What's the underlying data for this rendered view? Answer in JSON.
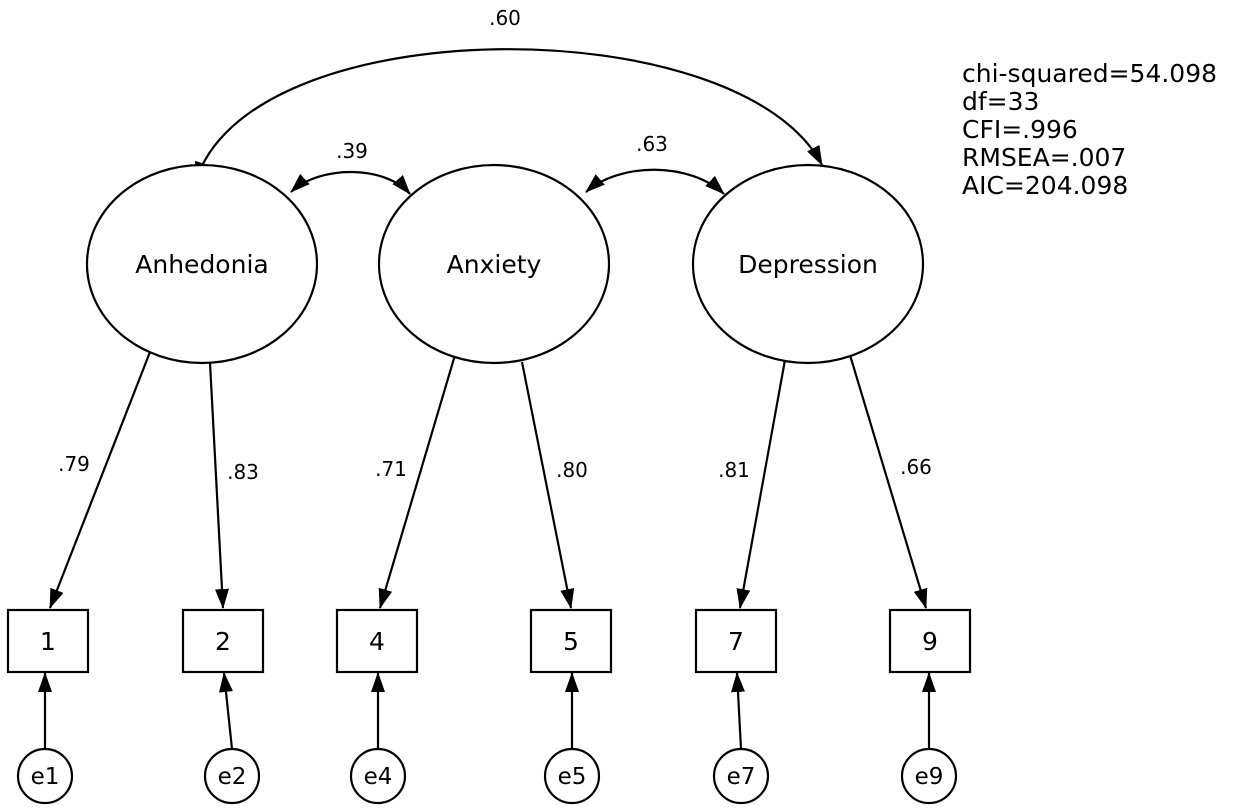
{
  "latents": [
    {
      "id": "anhedonia",
      "label": "Anhedonia"
    },
    {
      "id": "anxiety",
      "label": "Anxiety"
    },
    {
      "id": "depression",
      "label": "Depression"
    }
  ],
  "indicators": [
    {
      "id": "i1",
      "label": "1",
      "loading": ".79",
      "error": "e1"
    },
    {
      "id": "i2",
      "label": "2",
      "loading": ".83",
      "error": "e2"
    },
    {
      "id": "i4",
      "label": "4",
      "loading": ".71",
      "error": "e4"
    },
    {
      "id": "i5",
      "label": "5",
      "loading": ".80",
      "error": "e5"
    },
    {
      "id": "i7",
      "label": "7",
      "loading": ".81",
      "error": "e7"
    },
    {
      "id": "i9",
      "label": "9",
      "loading": ".66",
      "error": "e9"
    }
  ],
  "covariances": [
    {
      "id": "anhedonia_depression",
      "value": ".60"
    },
    {
      "id": "anhedonia_anxiety",
      "value": ".39"
    },
    {
      "id": "anxiety_depression",
      "value": ".63"
    }
  ],
  "fit_stats": [
    "chi-squared=54.098",
    "df=33",
    "CFI=.996",
    "RMSEA=.007",
    "AIC=204.098"
  ]
}
